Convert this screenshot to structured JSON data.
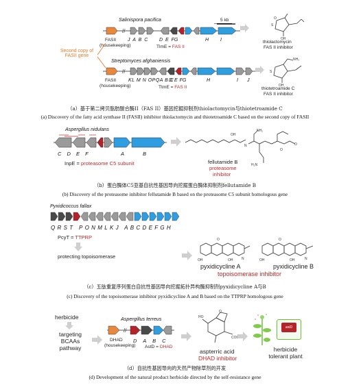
{
  "colors": {
    "fab_orange": "#e8883c",
    "gray_gene": "#9a9a9a",
    "dark_gene": "#4a4a4a",
    "red_gene": "#b4232a",
    "blue_gene": "#2f9ee0",
    "inhibitor_red": "#c0282a",
    "note_orange": "#e07b2a"
  },
  "panel_a": {
    "organism1": "Salinispora pacifica",
    "scale": "5 kb",
    "fasii1": "FASII",
    "housekeeping1": "(housekeeping)",
    "genes1": [
      "J",
      "A",
      "B",
      "C",
      "D",
      "E",
      "F",
      "G",
      "H",
      "I"
    ],
    "tlme1_prefix": "TlmE = ",
    "tlme1_suffix": "FAS II",
    "note": [
      "Second copy of",
      "FASII gene"
    ],
    "organism2": "Streptomyces afghaniensis",
    "fasii2": "FASII",
    "housekeeping2": "(housekeeping)",
    "genes2": [
      "K",
      "L",
      "M",
      "N",
      "O",
      "P",
      "Q",
      "A",
      "B",
      "C",
      "D",
      "E",
      "F",
      "G",
      "H",
      "I",
      "J"
    ],
    "tlme2_prefix": "TtmE = ",
    "tlme2_suffix": "FAS II",
    "compound1": "thiolactomycin",
    "compound1_sub": "FAS II inhibitor",
    "compound2": "thiotetroamide C",
    "compound2_sub": "FAS II inhibitor",
    "caption_cn": "（a）基于第二拷贝脂肪酸合酶II（FAS II）基因挖掘抑制剂thiolactomycin与thiotetroamide C",
    "caption_en": "(a) Discovery of the fatty acid synthase II (FASII) inhibitor thiolactomycin and thiotetroamide C based on the second copy of FASII"
  },
  "panel_b": {
    "organism": "Aspergillus nidulans",
    "genes": [
      "C",
      "D",
      "E",
      "F",
      "A",
      "B"
    ],
    "inpe_prefix": "InpE = ",
    "inpe_suffix": "proteasome C5 subunit",
    "compound": "fellutamide B",
    "compound_sub1": "proteasome",
    "compound_sub2": "inhibitor",
    "caption_cn": "（b）蛋白酶体C5亚基自抗性基因导向挖掘蛋白酶体抑制剂fellutamide B",
    "caption_en": "(b) Discovery of the proteasome inhibitor fellutamide B based on the proteasome C5 subunit homologous gene"
  },
  "panel_c": {
    "organism": "Pyxidicoccus fallax",
    "genes": [
      "Q",
      "R",
      "S",
      "T",
      "P",
      "O",
      "N",
      "M",
      "L",
      "K",
      "J",
      "A",
      "B",
      "C",
      "D",
      "E",
      "F",
      "G",
      "H"
    ],
    "pcyt_prefix": "PcyT = ",
    "pcyt_suffix": "TTPRP",
    "protect": "protecting topoisomerase",
    "compound1": "pyxidicycline A",
    "compound2": "pyxidicycline B",
    "compound_sub": "topoisomerase inhibitor",
    "caption_cn": "（c）五肽重复序列蛋白自抗性基因导向挖掘拓扑异构酶抑制剂pyxidicycline A与B",
    "caption_en": "(c) Discovery of the topoisomerase inhibitor pyxidicycline A and B based on the TTPRP homologous gene"
  },
  "panel_d": {
    "herbicide": "herbicide",
    "targeting": [
      "targeting",
      "BCAAs",
      "pathway"
    ],
    "organism": "Aspergillus terreus",
    "dhad": "DHAD",
    "housekeeping": "(housekeeping)",
    "genes": [
      "D",
      "A",
      "B",
      "C"
    ],
    "astd_prefix": "AstD = ",
    "astd_suffix": "DHAD",
    "compound": "aspterric acid",
    "compound_sub": "DHAD inhibitor",
    "plant_label": [
      "herbicide",
      "tolerant plant"
    ],
    "construct_label": "astD",
    "caption_cn": "（d）自抗性基因导向的天然产物除草剂的开发",
    "caption_en": "(d) Development of the natural product herbicide directed by the self-resistance gene"
  }
}
